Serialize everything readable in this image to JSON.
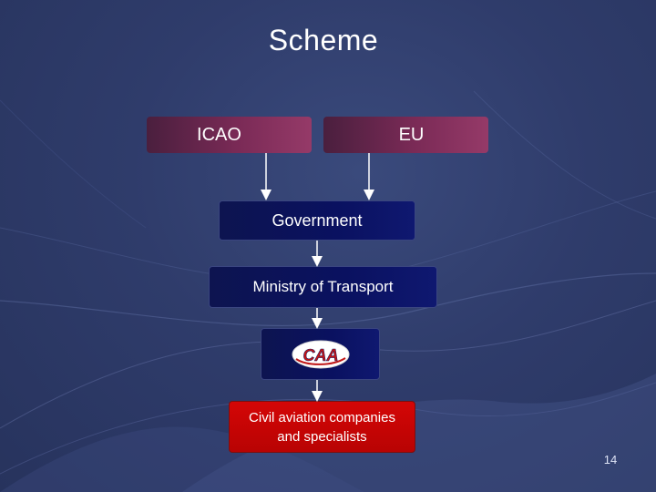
{
  "slide": {
    "title": "Scheme",
    "slide_number": "14"
  },
  "diagram": {
    "icao_label": "ICAO",
    "eu_label": "EU",
    "government_label": "Government",
    "ministry_label": "Ministry of Transport",
    "caa_logo_text": "CAA",
    "civil_line1": "Civil aviation companies",
    "civil_line2": "and specialists"
  },
  "colors": {
    "background": "#2f3c6b",
    "top_box": "#7a2a56",
    "navy_box": "#0a1160",
    "red_box": "#d40606",
    "arrow": "#ffffff"
  }
}
